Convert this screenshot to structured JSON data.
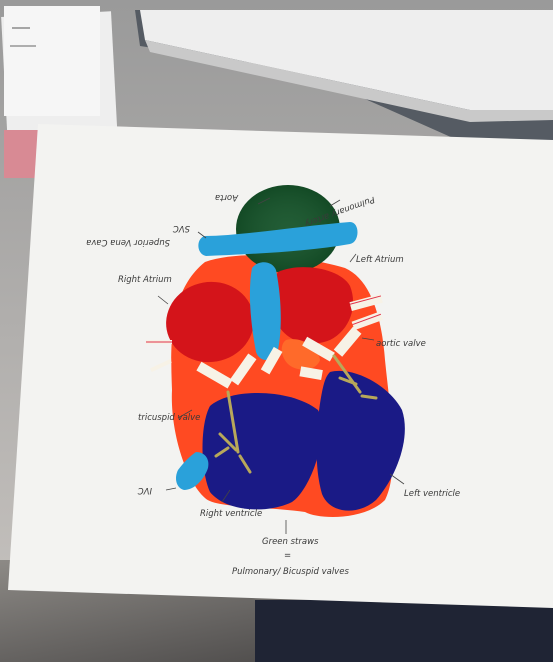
{
  "labels": {
    "aorta": "Aorta",
    "pulmonary_artery": "Pulmonary artery",
    "svc": "SVC",
    "superior_vena_cava": "Superior Vena Cava",
    "right_atrium": "Right Atrium",
    "left_atrium": "Left Atrium",
    "aortic_valve": "aortic valve",
    "tricuspid_valve": "tricuspid valve",
    "ivc": "IVC",
    "right_ventricle": "Right ventricle",
    "left_ventricle": "Left ventricle",
    "green_straws": "Green straws",
    "equals": "=",
    "valves_note": "Pulmonary/ Bicuspid valves"
  },
  "colors": {
    "background_paper": "#f3f3f1",
    "heart_body": "#ff4a22",
    "atria_felt": "#d4141a",
    "ventricle_felt": "#1a1a86",
    "pulmonary_felt": "#0f4f24",
    "vessel_clay": "#2aa1da",
    "straw": "#f7f2e6",
    "straw_stripe": "#e0324a",
    "valve_stick": "#b8a85a"
  }
}
